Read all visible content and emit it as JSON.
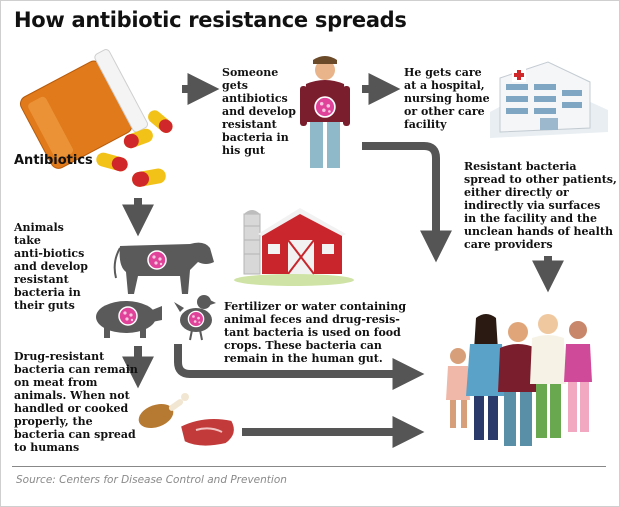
{
  "title": "How antibiotic resistance spreads",
  "labels": {
    "antibiotics": "Antibiotics"
  },
  "captions": {
    "someone": "Someone\ngets\nantibiotics\nand develop\nresistant\nbacteria in\nhis gut",
    "hospital": "He gets care\nat a hospital,\nnursing home\nor other care\nfacility",
    "resistant_spread": "Resistant bacteria\nspread to other patients,\neither directly or\nindirectly via surfaces\nin the facility and the\nunclean hands of health\ncare providers",
    "animals": "Animals\ntake\nanti-biotics\nand develop\nresistant\nbacteria in\ntheir guts",
    "fertilizer": "Fertilizer or water containing\nanimal feces and drug-resis-\ntant bacteria is used on food\ncrops. These bacteria can\nremain in the human gut.",
    "meat": "Drug-resistant\nbacteria can remain\non meat from\nanimals. When not\nhandled or cooked\nproperly, the\nbacteria can spread\nto humans"
  },
  "source": "Source: Centers for Disease Control and Prevention",
  "colors": {
    "arrow": "#555555",
    "bacteria": "#e0449a",
    "barn": "#c8262c",
    "pill_orange": "#e8821e",
    "pill_red": "#d0282a",
    "pill_yellow": "#f2c218"
  }
}
